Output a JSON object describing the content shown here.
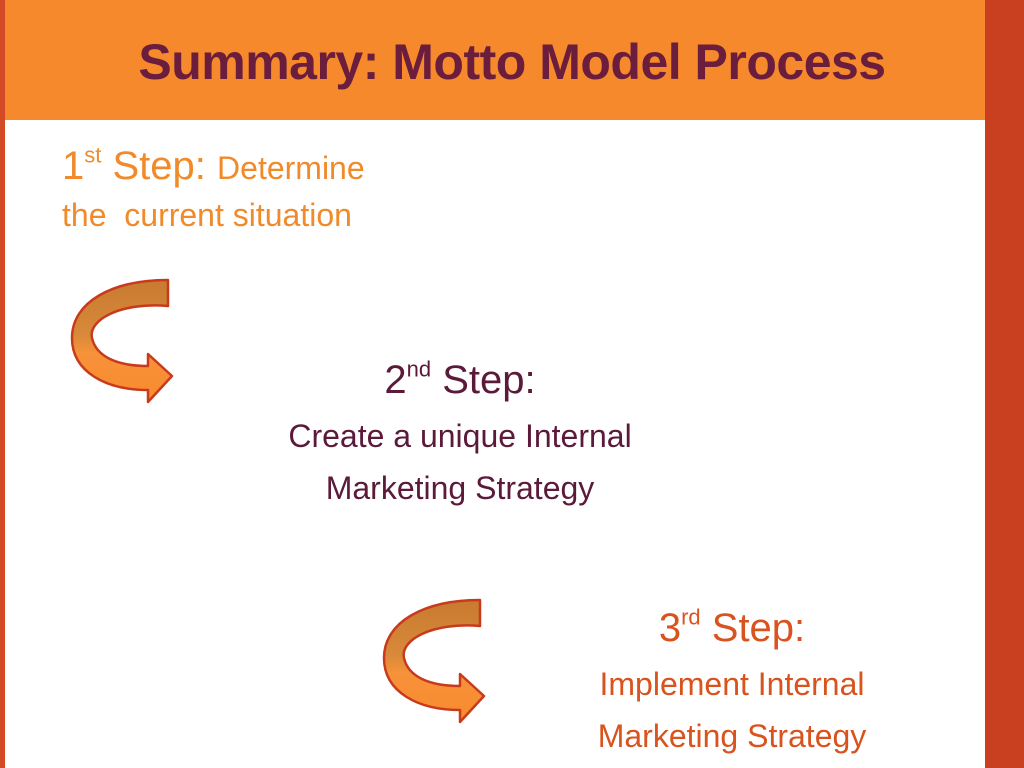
{
  "slide": {
    "title": "Summary: Motto Model Process"
  },
  "steps": [
    {
      "number": "1",
      "suffix": "st",
      "label": "Step:",
      "description_part1": "Determine",
      "description_part2": "the  current situation"
    },
    {
      "number": "2",
      "suffix": "nd",
      "label": "Step:",
      "description_part1": "Create a unique Internal",
      "description_part2": "Marketing Strategy"
    },
    {
      "number": "3",
      "suffix": "rd",
      "label": "Step:",
      "description_part1": "Implement Internal",
      "description_part2": "Marketing Strategy"
    }
  ],
  "colors": {
    "title_bar": "#f6892b",
    "title_text": "#6a1d3c",
    "frame": "#c8401f",
    "step1_text": "#f08a2a",
    "step2_text": "#5b1a3a",
    "step3_text": "#d8531e",
    "arrow_fill": "#f7923a",
    "arrow_stroke": "#c83a1c"
  },
  "icons": {
    "arrow1": "curved-arrow-icon",
    "arrow2": "curved-arrow-icon"
  }
}
